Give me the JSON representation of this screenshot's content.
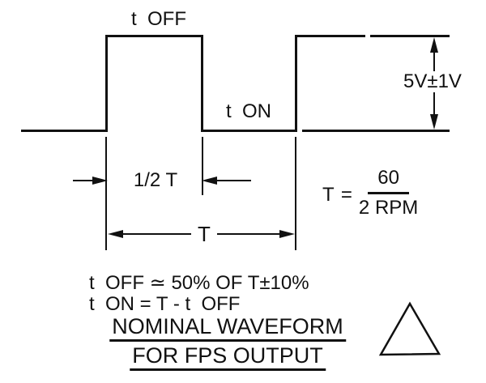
{
  "diagram": {
    "waveform_labels": {
      "t_off": "t  OFF",
      "t_on": "t  ON",
      "voltage": "5V±1V",
      "half_period": "1/2 T",
      "period": "T"
    },
    "formula": {
      "lhs": "T =",
      "numerator": "60",
      "denominator": "2 RPM"
    },
    "notes": [
      "t  OFF ≃ 50% OF T±10%",
      "t  ON = T - t  OFF"
    ],
    "title": [
      "NOMINAL WAVEFORM",
      "FOR FPS OUTPUT"
    ],
    "icons": {
      "triangle": "revision-delta-triangle"
    },
    "colors": {
      "ink": "#111111",
      "background": "#ffffff"
    }
  }
}
